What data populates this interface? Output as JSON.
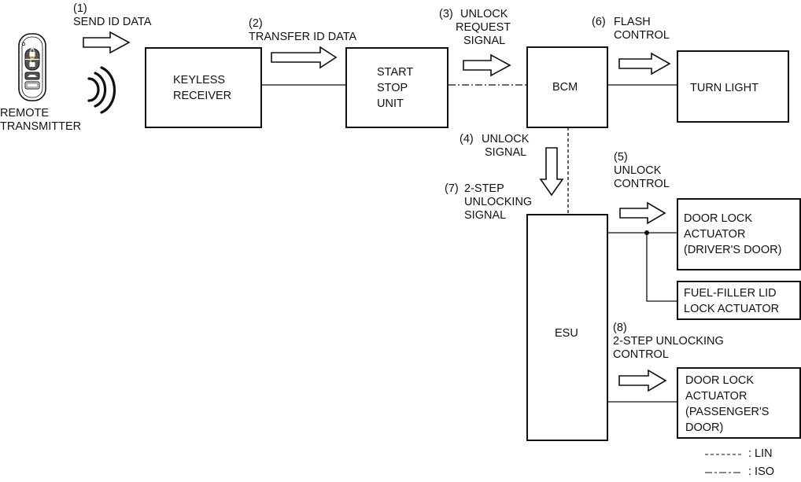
{
  "remote": {
    "label_line1": "REMOTE",
    "label_line2": "TRANSMITTER"
  },
  "steps": [
    {
      "num": "(1)",
      "line1": "SEND ID DATA"
    },
    {
      "num": "(2)",
      "line1": "TRANSFER ID DATA"
    },
    {
      "num": "(3)",
      "line1": "UNLOCK",
      "line2": "REQUEST",
      "line3": "SIGNAL"
    },
    {
      "num": "(4)",
      "line1": "UNLOCK",
      "line2": "SIGNAL"
    },
    {
      "num": "(5)",
      "line1": "UNLOCK",
      "line2": "CONTROL"
    },
    {
      "num": "(6)",
      "line1": "FLASH",
      "line2": "CONTROL"
    },
    {
      "num": "(7)",
      "line1": "2-STEP",
      "line2": "UNLOCKING",
      "line3": "SIGNAL"
    },
    {
      "num": "(8)",
      "line1": "2-STEP UNLOCKING",
      "line2": "CONTROL"
    }
  ],
  "boxes": {
    "keyless": {
      "line1": "KEYLESS",
      "line2": "RECEIVER"
    },
    "ssu": {
      "line1": "START",
      "line2": "STOP",
      "line3": "UNIT"
    },
    "bcm": {
      "line1": "BCM"
    },
    "turn": {
      "line1": "TURN LIGHT"
    },
    "esu": {
      "line1": "ESU"
    },
    "door_driver": {
      "line1": "DOOR LOCK",
      "line2": "ACTUATOR",
      "line3": "(DRIVER'S DOOR)"
    },
    "fuel": {
      "line1": "FUEL-FILLER LID",
      "line2": "LOCK ACTUATOR"
    },
    "door_pass": {
      "line1": "DOOR LOCK",
      "line2": "ACTUATOR",
      "line3": "(PASSENGER'S",
      "line4": "DOOR)"
    }
  },
  "legend": [
    {
      "symbol": "------",
      "label": ": LIN"
    },
    {
      "symbol": "—–—–",
      "label": ": ISO"
    }
  ]
}
